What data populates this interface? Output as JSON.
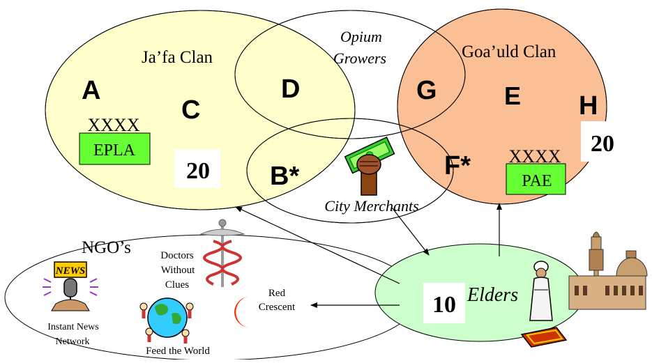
{
  "groups": {
    "jafa_clan": "Ja’fa Clan",
    "opium_growers_line1": "Opium",
    "opium_growers_line2": "Growers",
    "goauld_clan": "Goa’uld Clan",
    "city_merchants": "City Merchants",
    "ngos": "NGO’s",
    "elders": "Elders"
  },
  "letters": {
    "a": "A",
    "c": "C",
    "d": "D",
    "g": "G",
    "e": "E",
    "h": "H",
    "b": "B*",
    "f": "F*"
  },
  "badges": {
    "epla_marks": "XXXX",
    "epla": "EPLA",
    "pae_marks": "XXXX",
    "pae": "PAE",
    "jafa_count": "20",
    "goauld_count": "20",
    "elders_count": "10"
  },
  "ngo_members": {
    "news_sign": "NEWS",
    "instant_news_line1": "Instant News",
    "instant_news_line2": "Network",
    "doctors_line1": "Doctors",
    "doctors_line2": "Without",
    "doctors_line3": "Clues",
    "red_crescent_line1": "Red",
    "red_crescent_line2": "Crescent",
    "feed_the_world": "Feed the World"
  },
  "colors": {
    "jafa_fill": "#FFFFCC",
    "goauld_fill": "#FBBF95",
    "elders_fill": "#CCFFCC",
    "badge_green": "#66FF33",
    "crescent_red": "#FF2A00"
  }
}
